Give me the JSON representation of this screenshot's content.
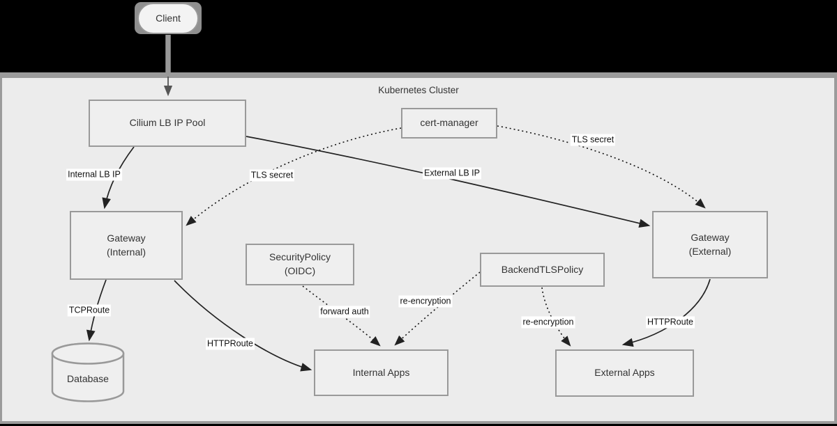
{
  "cluster": {
    "title": "Kubernetes Cluster"
  },
  "nodes": {
    "client": {
      "label": "Client"
    },
    "cilium_lb_ip_pool": {
      "label": "Cilium LB IP Pool"
    },
    "cert_manager": {
      "label": "cert-manager"
    },
    "gateway_internal": {
      "line1": "Gateway",
      "line2": "(Internal)"
    },
    "gateway_external": {
      "line1": "Gateway",
      "line2": "(External)"
    },
    "security_policy": {
      "line1": "SecurityPolicy",
      "line2": "(OIDC)"
    },
    "backend_tls_policy": {
      "label": "BackendTLSPolicy"
    },
    "internal_apps": {
      "label": "Internal Apps"
    },
    "external_apps": {
      "label": "External Apps"
    },
    "database": {
      "label": "Database"
    }
  },
  "edge_labels": {
    "internal_lb_ip": "Internal LB IP",
    "external_lb_ip": "External LB IP",
    "tls_secret_internal": "TLS secret",
    "tls_secret_external": "TLS secret",
    "tcp_route": "TCPRoute",
    "http_route_internal": "HTTPRoute",
    "http_route_external": "HTTPRoute",
    "forward_auth": "forward auth",
    "re_encryption_internal": "re-encryption",
    "re_encryption_external": "re-encryption"
  },
  "colors": {
    "canvas_bg": "#000000",
    "cluster_fill": "#ececec",
    "cluster_border": "#9b9b9b",
    "node_fill": "#efefef",
    "node_border": "#999999",
    "text": "#333333",
    "edge": "#222222",
    "thick_edge": "#999999"
  }
}
